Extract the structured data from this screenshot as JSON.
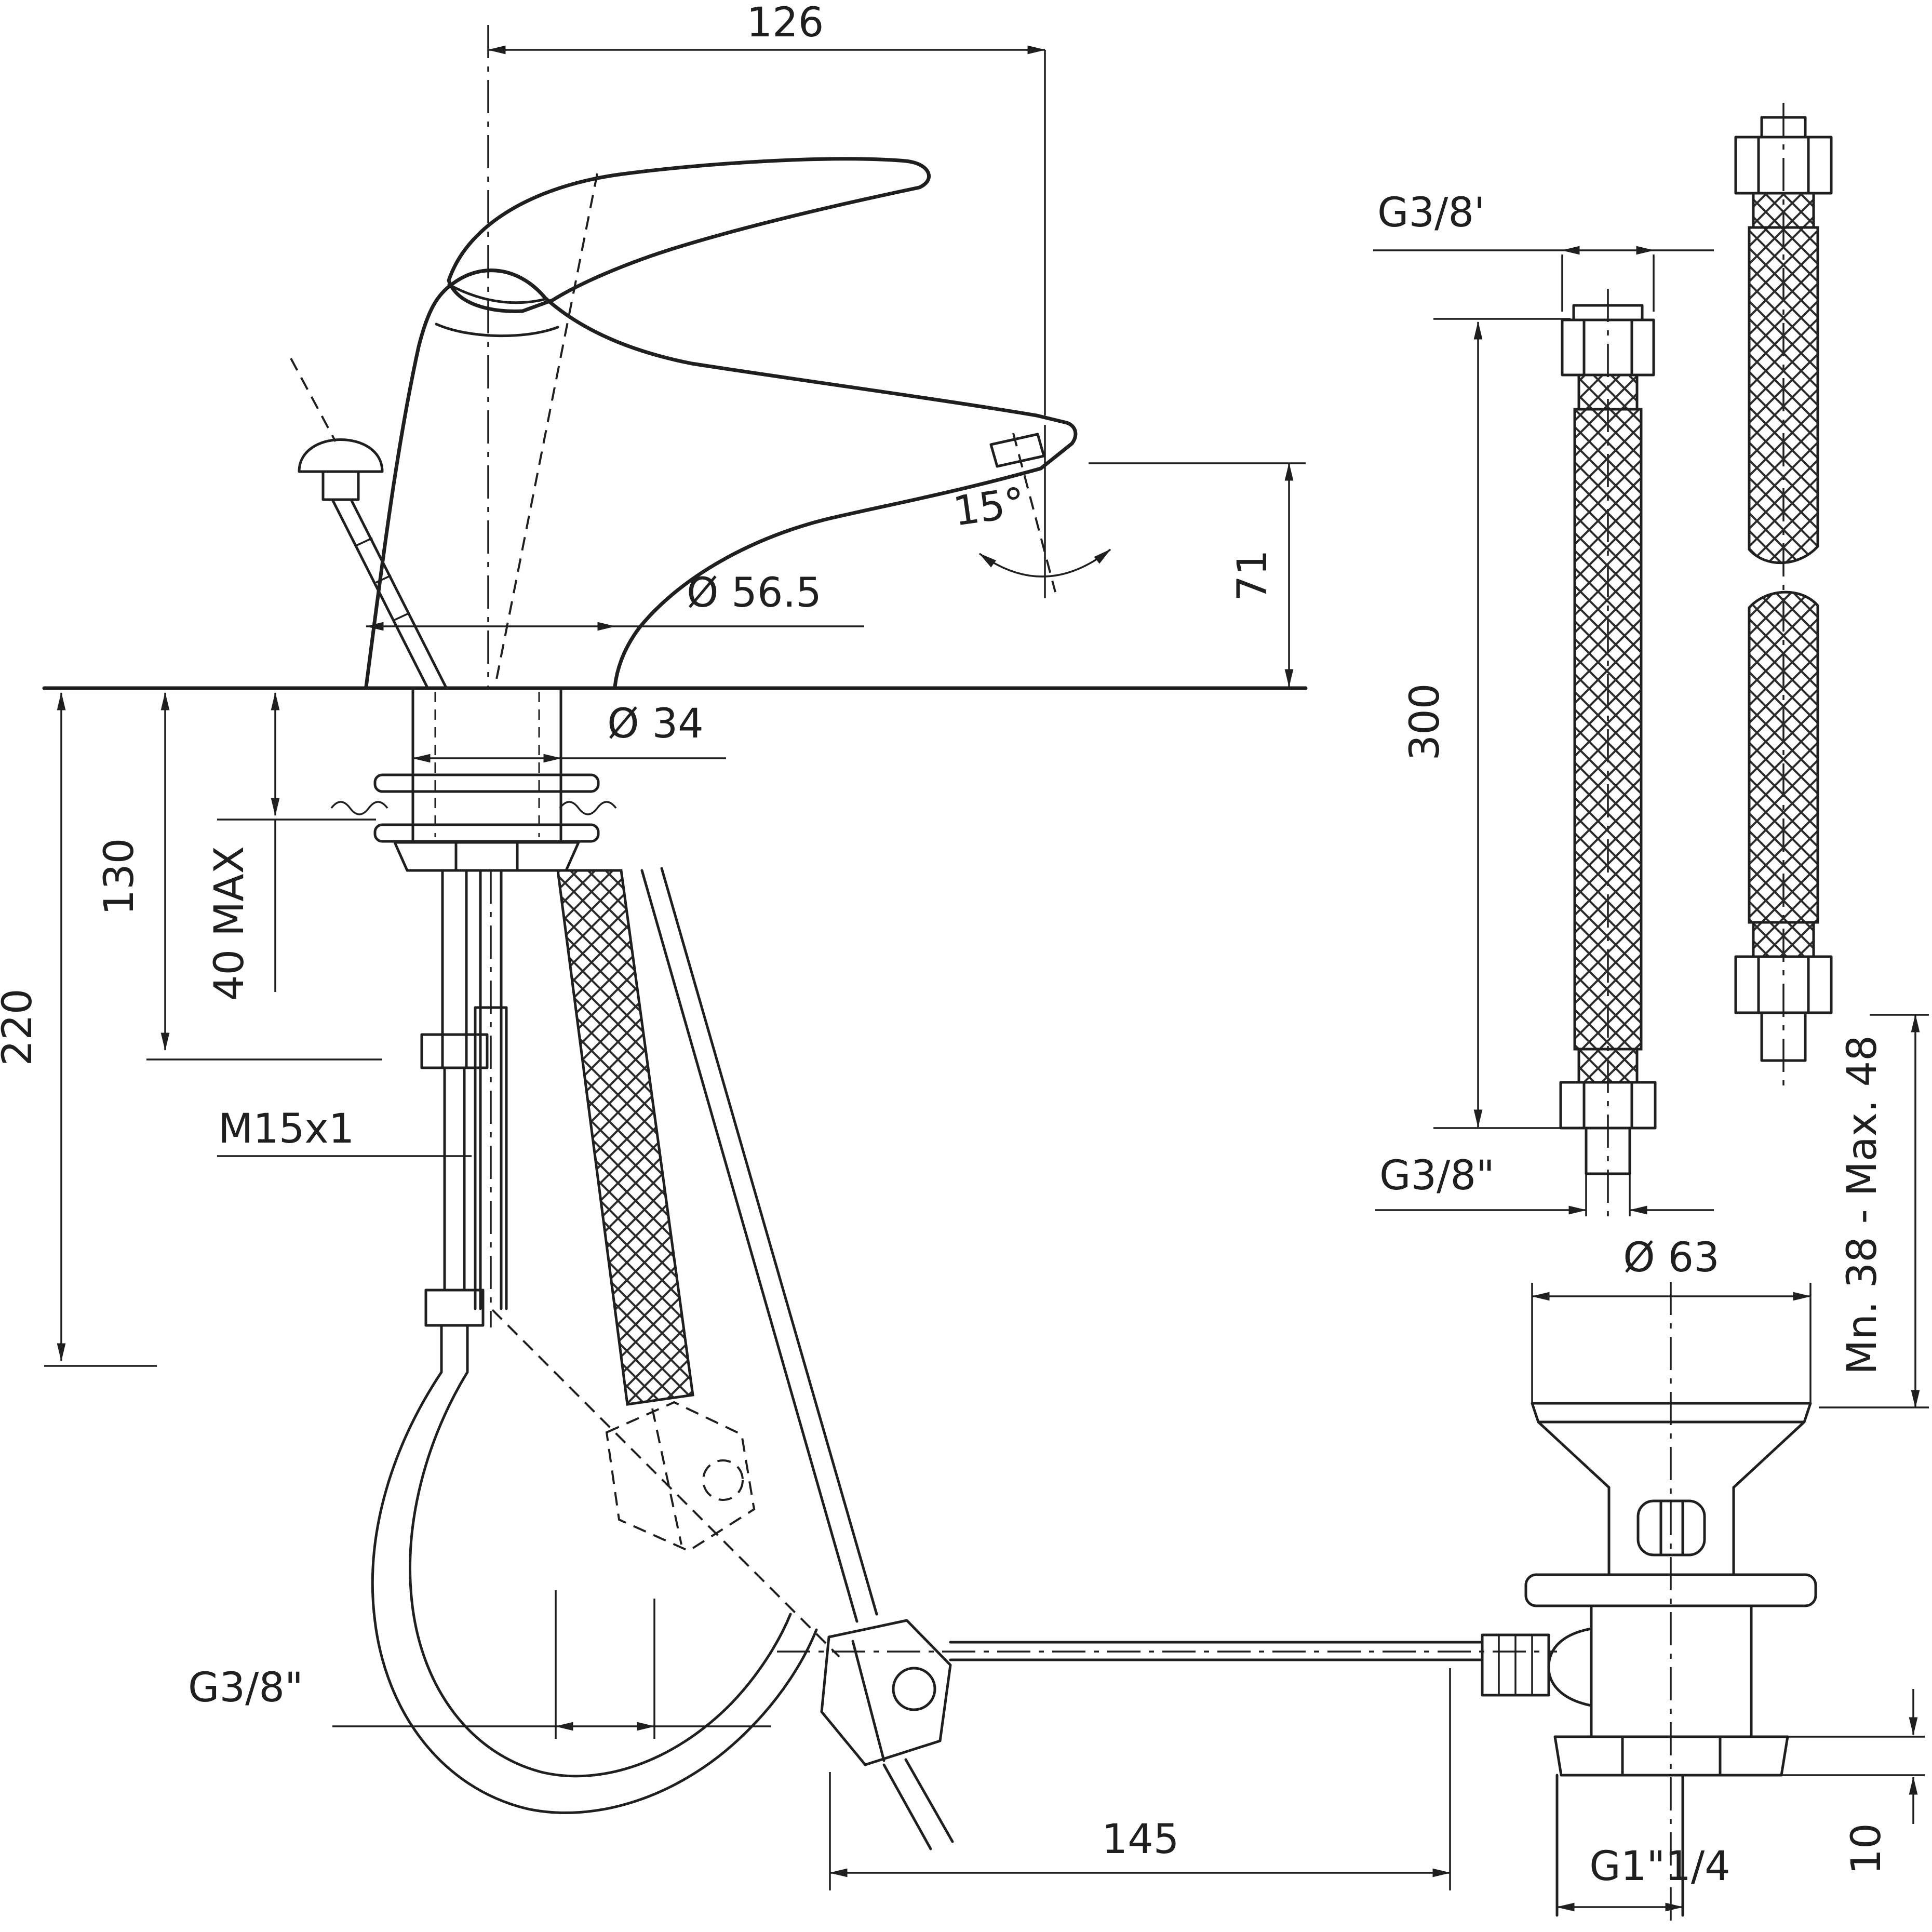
{
  "page": {
    "background": "#ffffff",
    "line_color": "#1f1f1f"
  },
  "faucet_view": {
    "spout_reach_label": "126",
    "spout_angle_label": "15°",
    "outlet_height_label": "71",
    "base_diameter_label": "Ø 56.5",
    "shank_diameter_label": "Ø 34",
    "max_deck_thickness_label": "40 MAX",
    "supply_pipe_length_label": "130",
    "under_deck_length_label": "220",
    "supply_thread_label": "M15x1",
    "hose_end_thread_label": "G3/8\""
  },
  "hoses_view": {
    "top_thread_label": "G3/8'",
    "hose_length_label": "300",
    "bottom_thread_label": "G3/8\""
  },
  "drain_view": {
    "flange_diameter_label": "Ø 63",
    "clamp_range_label": "Mn. 38 - Max. 48",
    "rod_length_label": "145",
    "outlet_thread_label": "G1\"1/4",
    "locknut_height_label": "10"
  }
}
